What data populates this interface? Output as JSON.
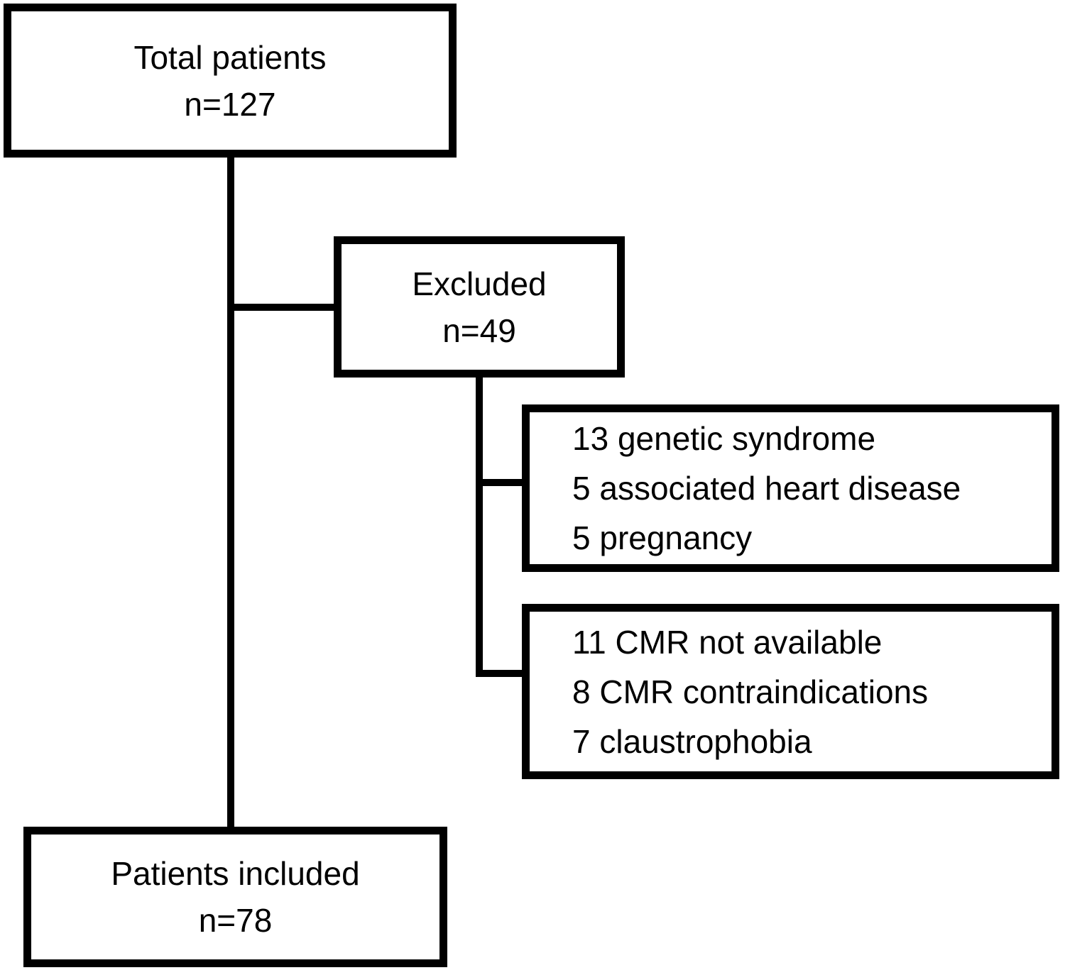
{
  "diagram": {
    "type": "patient-flow",
    "colors": {
      "line": "#000000",
      "box_border": "#000000",
      "background": "#ffffff",
      "text": "#000000"
    },
    "nodes": {
      "total": {
        "label": "Total patients",
        "count": "n=127"
      },
      "excluded": {
        "label": "Excluded",
        "count": "n=49"
      },
      "exclusion_reasons_1": {
        "items": [
          "13 genetic syndrome",
          "5 associated heart disease",
          "5 pregnancy"
        ]
      },
      "exclusion_reasons_2": {
        "items": [
          "11 CMR not available",
          "8 CMR contraindications",
          "7 claustrophobia"
        ]
      },
      "included": {
        "label": "Patients included",
        "count": "n=78"
      }
    }
  }
}
